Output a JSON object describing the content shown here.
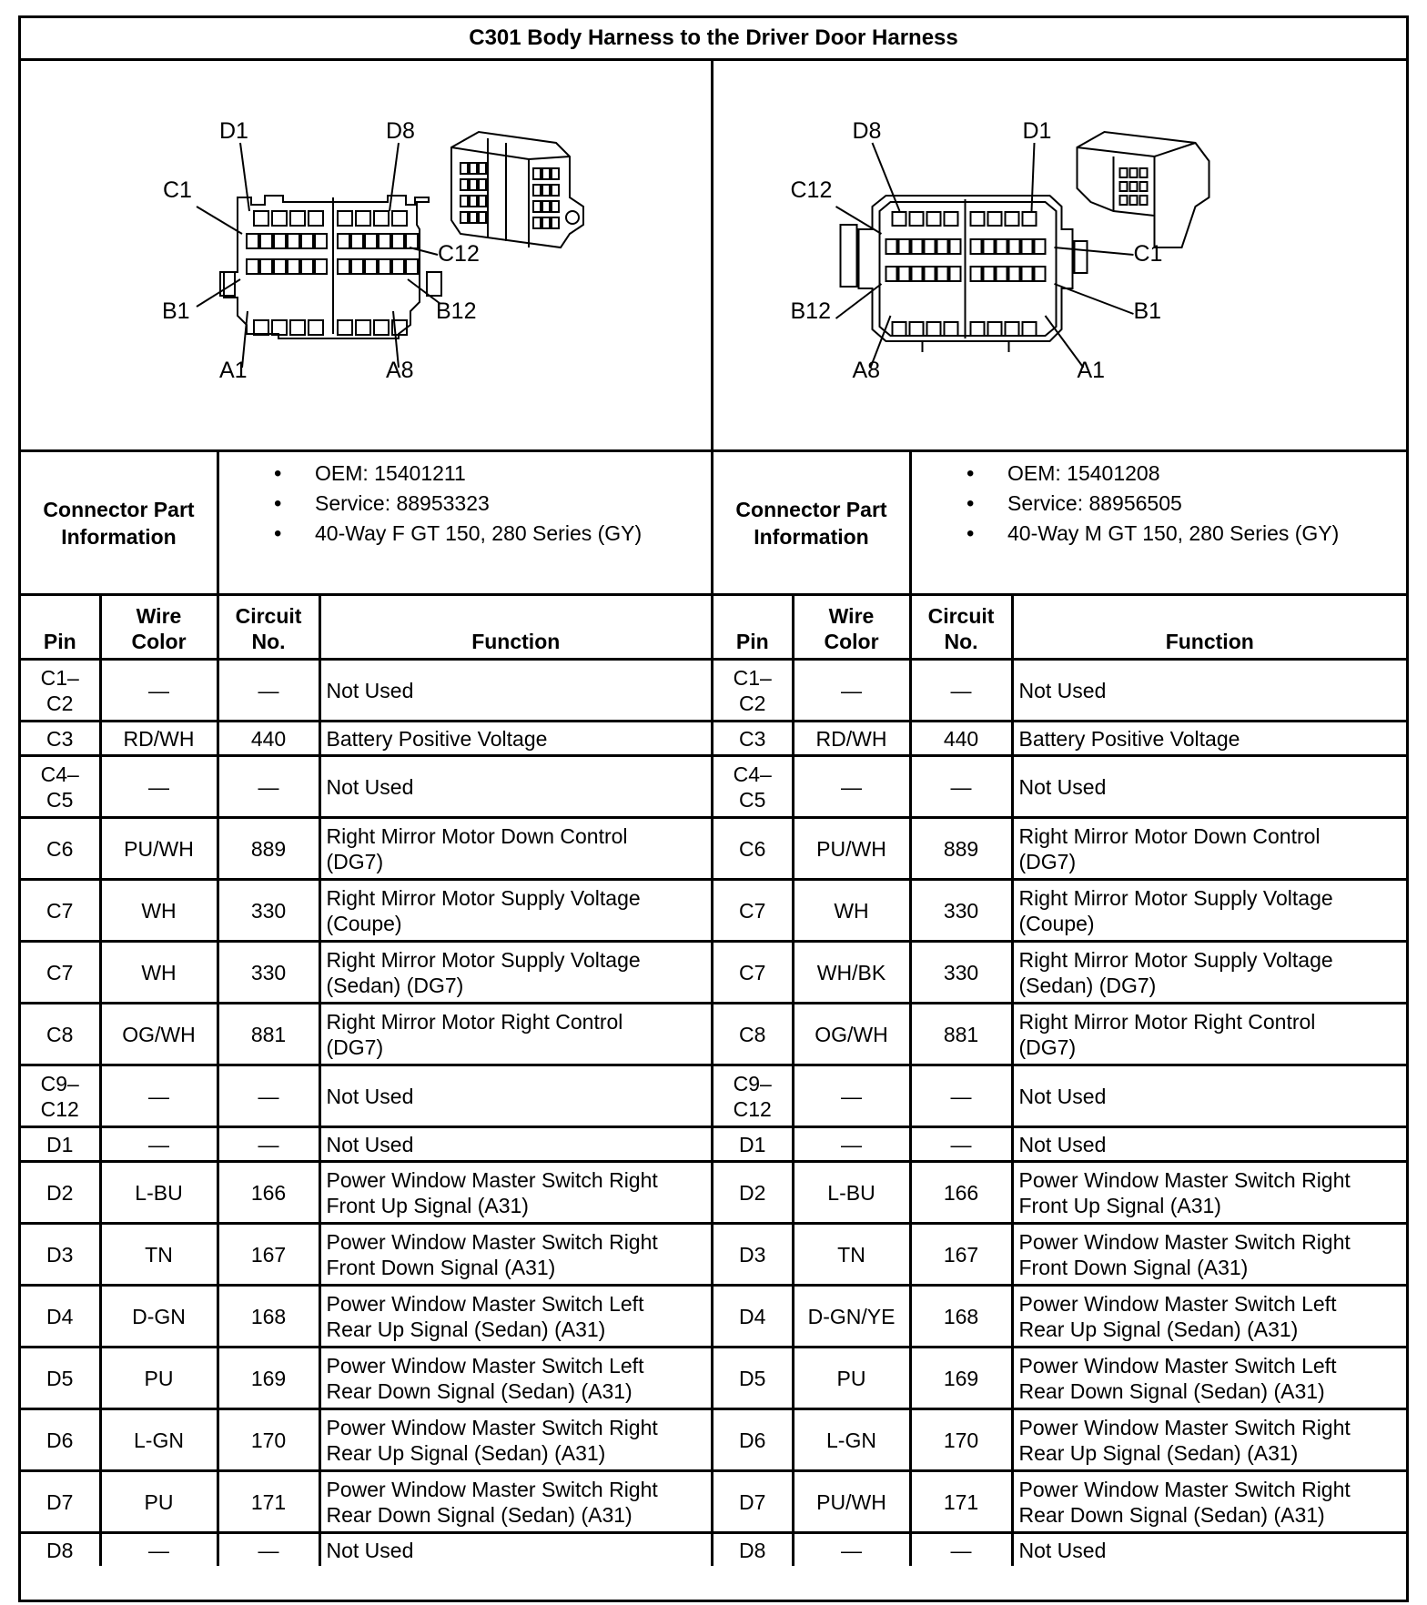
{
  "title": "C301 Body Harness to the Driver Door Harness",
  "left": {
    "diagram_labels": {
      "d1": "D1",
      "d8": "D8",
      "c1": "C1",
      "c12": "C12",
      "b1": "B1",
      "b12": "B12",
      "a1": "A1",
      "a8": "A8"
    },
    "info_label_line1": "Connector Part",
    "info_label_line2": "Information",
    "info": [
      "OEM: 15401211",
      "Service: 88953323",
      "40-Way F GT 150, 280 Series (GY)"
    ],
    "headers": {
      "pin": "Pin",
      "wire_color_1": "Wire",
      "wire_color_2": "Color",
      "circuit_1": "Circuit",
      "circuit_2": "No.",
      "function": "Function"
    },
    "rows": [
      {
        "pin1": "C1–",
        "pin2": "C2",
        "wire": "—",
        "circuit": "—",
        "fn1": "Not Used",
        "fn2": ""
      },
      {
        "pin1": "C3",
        "pin2": "",
        "wire": "RD/WH",
        "circuit": "440",
        "fn1": "Battery Positive Voltage",
        "fn2": ""
      },
      {
        "pin1": "C4–",
        "pin2": "C5",
        "wire": "—",
        "circuit": "—",
        "fn1": "Not Used",
        "fn2": ""
      },
      {
        "pin1": "C6",
        "pin2": "",
        "wire": "PU/WH",
        "circuit": "889",
        "fn1": "Right Mirror Motor Down Control",
        "fn2": "(DG7)"
      },
      {
        "pin1": "C7",
        "pin2": "",
        "wire": "WH",
        "circuit": "330",
        "fn1": "Right Mirror Motor Supply Voltage",
        "fn2": "(Coupe)"
      },
      {
        "pin1": "C7",
        "pin2": "",
        "wire": "WH",
        "circuit": "330",
        "fn1": "Right Mirror Motor Supply Voltage",
        "fn2": "(Sedan) (DG7)"
      },
      {
        "pin1": "C8",
        "pin2": "",
        "wire": "OG/WH",
        "circuit": "881",
        "fn1": "Right Mirror Motor Right Control",
        "fn2": "(DG7)"
      },
      {
        "pin1": "C9–",
        "pin2": "C12",
        "wire": "—",
        "circuit": "—",
        "fn1": "Not Used",
        "fn2": ""
      },
      {
        "pin1": "D1",
        "pin2": "",
        "wire": "—",
        "circuit": "—",
        "fn1": "Not Used",
        "fn2": ""
      },
      {
        "pin1": "D2",
        "pin2": "",
        "wire": "L-BU",
        "circuit": "166",
        "fn1": "Power Window Master Switch Right",
        "fn2": "Front Up Signal (A31)"
      },
      {
        "pin1": "D3",
        "pin2": "",
        "wire": "TN",
        "circuit": "167",
        "fn1": "Power Window Master Switch Right",
        "fn2": "Front Down Signal (A31)"
      },
      {
        "pin1": "D4",
        "pin2": "",
        "wire": "D-GN",
        "circuit": "168",
        "fn1": "Power Window Master Switch Left",
        "fn2": "Rear Up Signal (Sedan) (A31)"
      },
      {
        "pin1": "D5",
        "pin2": "",
        "wire": "PU",
        "circuit": "169",
        "fn1": "Power Window Master Switch Left",
        "fn2": "Rear Down Signal (Sedan) (A31)"
      },
      {
        "pin1": "D6",
        "pin2": "",
        "wire": "L-GN",
        "circuit": "170",
        "fn1": "Power Window Master Switch Right",
        "fn2": "Rear Up Signal (Sedan) (A31)"
      },
      {
        "pin1": "D7",
        "pin2": "",
        "wire": "PU",
        "circuit": "171",
        "fn1": "Power Window Master Switch Right",
        "fn2": "Rear Down Signal (Sedan) (A31)"
      },
      {
        "pin1": "D8",
        "pin2": "",
        "wire": "—",
        "circuit": "—",
        "fn1": "Not Used",
        "fn2": ""
      }
    ]
  },
  "right": {
    "diagram_labels": {
      "d1": "D1",
      "d8": "D8",
      "c1": "C1",
      "c12": "C12",
      "b1": "B1",
      "b12": "B12",
      "a1": "A1",
      "a8": "A8"
    },
    "info_label_line1": "Connector Part",
    "info_label_line2": "Information",
    "info": [
      "OEM: 15401208",
      "Service: 88956505",
      "40-Way M GT 150, 280 Series (GY)"
    ],
    "headers": {
      "pin": "Pin",
      "wire_color_1": "Wire",
      "wire_color_2": "Color",
      "circuit_1": "Circuit",
      "circuit_2": "No.",
      "function": "Function"
    },
    "rows": [
      {
        "pin1": "C1–",
        "pin2": "C2",
        "wire": "—",
        "circuit": "—",
        "fn1": "Not Used",
        "fn2": ""
      },
      {
        "pin1": "C3",
        "pin2": "",
        "wire": "RD/WH",
        "circuit": "440",
        "fn1": "Battery Positive Voltage",
        "fn2": ""
      },
      {
        "pin1": "C4–",
        "pin2": "C5",
        "wire": "—",
        "circuit": "—",
        "fn1": "Not Used",
        "fn2": ""
      },
      {
        "pin1": "C6",
        "pin2": "",
        "wire": "PU/WH",
        "circuit": "889",
        "fn1": "Right Mirror Motor Down Control",
        "fn2": "(DG7)"
      },
      {
        "pin1": "C7",
        "pin2": "",
        "wire": "WH",
        "circuit": "330",
        "fn1": "Right Mirror Motor Supply Voltage",
        "fn2": "(Coupe)"
      },
      {
        "pin1": "C7",
        "pin2": "",
        "wire": "WH/BK",
        "circuit": "330",
        "fn1": "Right Mirror Motor Supply Voltage",
        "fn2": "(Sedan) (DG7)"
      },
      {
        "pin1": "C8",
        "pin2": "",
        "wire": "OG/WH",
        "circuit": "881",
        "fn1": "Right Mirror Motor Right Control",
        "fn2": "(DG7)"
      },
      {
        "pin1": "C9–",
        "pin2": "C12",
        "wire": "—",
        "circuit": "—",
        "fn1": "Not Used",
        "fn2": ""
      },
      {
        "pin1": "D1",
        "pin2": "",
        "wire": "—",
        "circuit": "—",
        "fn1": "Not Used",
        "fn2": ""
      },
      {
        "pin1": "D2",
        "pin2": "",
        "wire": "L-BU",
        "circuit": "166",
        "fn1": "Power Window Master Switch Right",
        "fn2": "Front Up Signal (A31)"
      },
      {
        "pin1": "D3",
        "pin2": "",
        "wire": "TN",
        "circuit": "167",
        "fn1": "Power Window Master Switch Right",
        "fn2": "Front Down Signal (A31)"
      },
      {
        "pin1": "D4",
        "pin2": "",
        "wire": "D-GN/YE",
        "circuit": "168",
        "fn1": "Power Window Master Switch Left",
        "fn2": "Rear Up Signal (Sedan) (A31)"
      },
      {
        "pin1": "D5",
        "pin2": "",
        "wire": "PU",
        "circuit": "169",
        "fn1": "Power Window Master Switch Left",
        "fn2": "Rear Down Signal (Sedan) (A31)"
      },
      {
        "pin1": "D6",
        "pin2": "",
        "wire": "L-GN",
        "circuit": "170",
        "fn1": "Power Window Master Switch Right",
        "fn2": "Rear Up Signal (Sedan) (A31)"
      },
      {
        "pin1": "D7",
        "pin2": "",
        "wire": "PU/WH",
        "circuit": "171",
        "fn1": "Power Window Master Switch Right",
        "fn2": "Rear Down Signal (Sedan) (A31)"
      },
      {
        "pin1": "D8",
        "pin2": "",
        "wire": "—",
        "circuit": "—",
        "fn1": "Not Used",
        "fn2": ""
      }
    ]
  }
}
